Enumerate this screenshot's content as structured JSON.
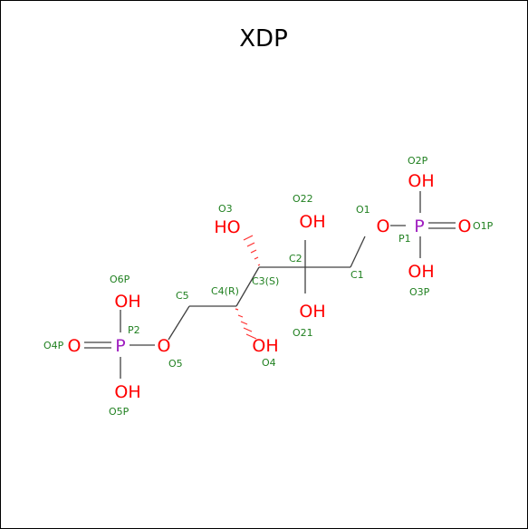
{
  "title": "XDP",
  "colors": {
    "bond": "#404040",
    "oxygen": "#ff0000",
    "phosphorus": "#a020c0",
    "label": "#208020"
  },
  "atoms": {
    "o3": "HO",
    "o22": "OH",
    "o1": "O",
    "p1": "P",
    "o1p_dbl": "O",
    "o2p": "OH",
    "o3p": "OH",
    "o21": "OH",
    "o4": "OH",
    "o6p": "OH",
    "o4p_dbl": "O",
    "p2": "P",
    "o5": "O",
    "o5p": "OH"
  },
  "labels": {
    "o2p": "O2P",
    "o3": "O3",
    "o22": "O22",
    "o1": "O1",
    "p1": "P1",
    "o1p": "O1P",
    "c2": "C2",
    "c1": "C1",
    "c3": "C3(S)",
    "o3p": "O3P",
    "c4": "C4(R)",
    "c5": "C5",
    "o6p": "O6P",
    "p2": "P2",
    "o21": "O21",
    "o4p": "O4P",
    "o5": "O5",
    "o4": "O4",
    "o5p": "O5P"
  }
}
